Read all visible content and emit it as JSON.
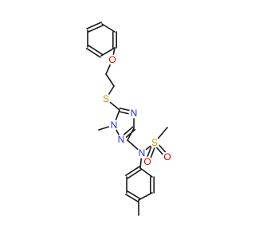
{
  "molecule": {
    "colors": {
      "bond": "#1a1a1a",
      "carbon": "#1a1a1a",
      "nitrogen": "#2233cc",
      "oxygen": "#e00000",
      "sulfur": "#b8a200"
    },
    "atoms": [
      {
        "id": "ph1_c1",
        "symbol": "C"
      },
      {
        "id": "ph1_c2",
        "symbol": "C"
      },
      {
        "id": "ph1_c3",
        "symbol": "C"
      },
      {
        "id": "ph1_c4",
        "symbol": "C"
      },
      {
        "id": "ph1_c5",
        "symbol": "C"
      },
      {
        "id": "ph1_c6",
        "symbol": "C"
      },
      {
        "id": "o_ether",
        "symbol": "O",
        "label": "O"
      },
      {
        "id": "ch2_a",
        "symbol": "C"
      },
      {
        "id": "ch2_b",
        "symbol": "C"
      },
      {
        "id": "s_thio",
        "symbol": "S",
        "label": "S"
      },
      {
        "id": "tri_c5",
        "symbol": "C"
      },
      {
        "id": "tri_n1",
        "symbol": "N",
        "label": "N"
      },
      {
        "id": "tri_n2",
        "symbol": "N",
        "label": "N"
      },
      {
        "id": "tri_c3",
        "symbol": "C"
      },
      {
        "id": "tri_n4",
        "symbol": "N",
        "label": "N"
      },
      {
        "id": "me_n4",
        "symbol": "C"
      },
      {
        "id": "ch2_link",
        "symbol": "C"
      },
      {
        "id": "n_sulf",
        "symbol": "N",
        "label": "N"
      },
      {
        "id": "s_sulf",
        "symbol": "S",
        "label": "S"
      },
      {
        "id": "o_s1",
        "symbol": "O",
        "label": "O"
      },
      {
        "id": "o_s2",
        "symbol": "O",
        "label": "O"
      },
      {
        "id": "me_s",
        "symbol": "C"
      },
      {
        "id": "tol_c1",
        "symbol": "C"
      },
      {
        "id": "tol_c2",
        "symbol": "C"
      },
      {
        "id": "tol_c3",
        "symbol": "C"
      },
      {
        "id": "tol_c4",
        "symbol": "C"
      },
      {
        "id": "tol_c5",
        "symbol": "C"
      },
      {
        "id": "tol_c6",
        "symbol": "C"
      },
      {
        "id": "me_tol",
        "symbol": "C"
      }
    ]
  }
}
